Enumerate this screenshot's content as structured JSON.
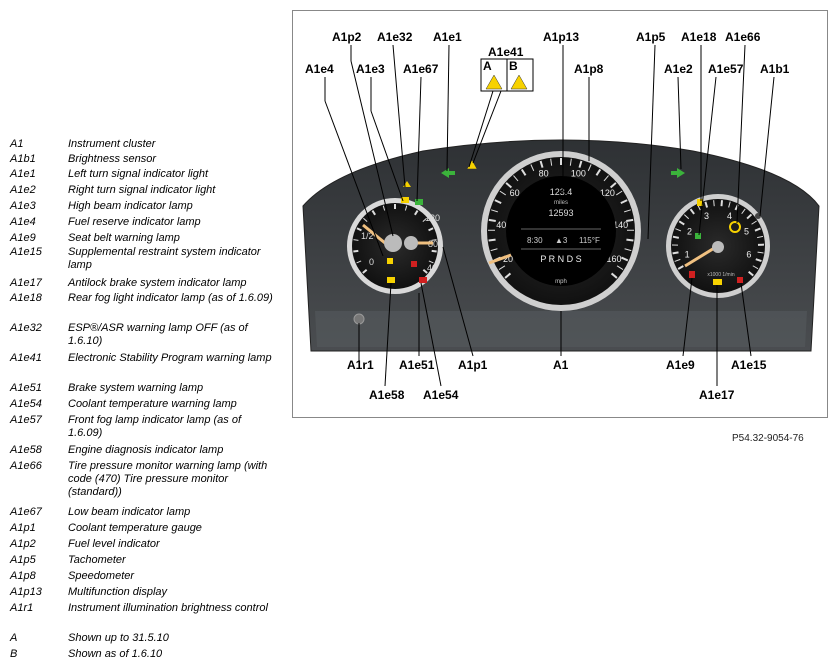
{
  "legend": [
    {
      "code": "A1",
      "desc": "Instrument cluster"
    },
    {
      "code": "A1b1",
      "desc": "Brightness sensor"
    },
    {
      "code": "A1e1",
      "desc": "Left turn signal indicator light"
    },
    {
      "code": "A1e2",
      "desc": "Right turn signal indicator light"
    },
    {
      "code": "A1e3",
      "desc": "High beam indicator lamp"
    },
    {
      "code": "A1e4",
      "desc": "Fuel reserve indicator lamp"
    },
    {
      "code": "A1e9",
      "desc": "Seat belt warning lamp"
    },
    {
      "code": "A1e15",
      "desc": "Supplemental restraint system indicator lamp"
    },
    {
      "code": "A1e17",
      "desc": "Antilock brake system indicator lamp"
    },
    {
      "code": "A1e18",
      "desc": "Rear fog light indicator lamp (as of 1.6.09)"
    },
    {
      "code": "A1e32",
      "desc": "ESP®/ASR warning lamp OFF (as of 1.6.10)"
    },
    {
      "code": "A1e41",
      "desc": "Electronic Stability Program warning lamp"
    },
    {
      "code": "A1e51",
      "desc": "Brake system warning lamp"
    },
    {
      "code": "A1e54",
      "desc": "Coolant temperature warning lamp"
    },
    {
      "code": "A1e57",
      "desc": "Front fog lamp indicator lamp (as of 1.6.09)"
    },
    {
      "code": "A1e58",
      "desc": "Engine diagnosis indicator lamp"
    },
    {
      "code": "A1e66",
      "desc": "Tire pressure monitor warning lamp (with code (470) Tire pressure monitor (standard))"
    },
    {
      "code": "A1e67",
      "desc": "Low beam indicator lamp"
    },
    {
      "code": "A1p1",
      "desc": "Coolant temperature gauge"
    },
    {
      "code": "A1p2",
      "desc": "Fuel level indicator"
    },
    {
      "code": "A1p5",
      "desc": "Tachometer"
    },
    {
      "code": "A1p8",
      "desc": "Speedometer"
    },
    {
      "code": "A1p13",
      "desc": "Multifunction display"
    },
    {
      "code": "A1r1",
      "desc": "Instrument illumination brightness control"
    },
    {
      "code": "A",
      "desc": "Shown up to 31.5.10"
    },
    {
      "code": "B",
      "desc": "Shown as of 1.6.10"
    }
  ],
  "callouts": {
    "A1p2": "A1p2",
    "A1e32": "A1e32",
    "A1e1": "A1e1",
    "A1e41": "A1e41",
    "A1p13": "A1p13",
    "A1p5": "A1p5",
    "A1e18": "A1e18",
    "A1e66": "A1e66",
    "A1e4": "A1e4",
    "A1e3": "A1e3",
    "A1e67": "A1e67",
    "A1p8": "A1p8",
    "A1e2": "A1e2",
    "A1e57": "A1e57",
    "A1b1": "A1b1",
    "A1r1": "A1r1",
    "A1e51": "A1e51",
    "A1p1": "A1p1",
    "A1": "A1",
    "A1e9": "A1e9",
    "A1e15": "A1e15",
    "A1e58": "A1e58",
    "A1e54": "A1e54",
    "A1e17": "A1e17",
    "inset_a": "A",
    "inset_b": "B"
  },
  "speedometer": {
    "ticks": [
      "20",
      "40",
      "60",
      "80",
      "100",
      "120",
      "140",
      "160"
    ],
    "unit": "mph"
  },
  "display": {
    "line1": "123.4",
    "line2": "miles",
    "line3": "12593",
    "time": "8:30",
    "gear_indicator": "▲3",
    "temp": "115°F",
    "gears": "P R N D S"
  },
  "tachometer": {
    "ticks": [
      "1",
      "2",
      "3",
      "4",
      "5",
      "6"
    ],
    "unit": "x1000 1/min"
  },
  "temp_gauge": {
    "ticks": [
      "120",
      "80",
      "40"
    ]
  },
  "fuel_gauge": {
    "ticks": [
      "1/2",
      "0"
    ]
  },
  "figure_ref": "P54.32-9054-76",
  "colors": {
    "bezel": "#3a3d40",
    "dial": "#e8e8e8",
    "needle": "#f0c080",
    "warning": "#f7d200",
    "turn": "#3bb33b"
  }
}
